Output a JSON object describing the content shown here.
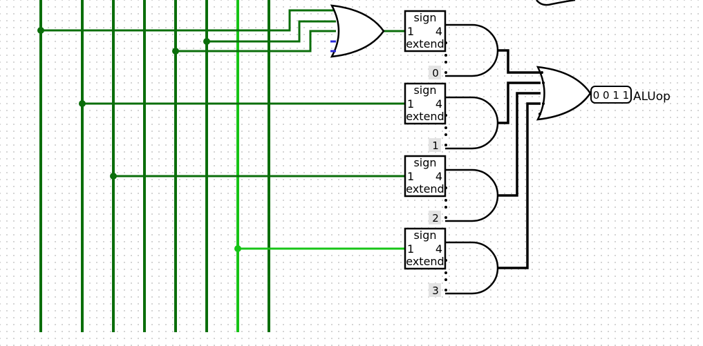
{
  "colors": {
    "wire_dark": "#0b6e0b",
    "wire_light": "#17c417",
    "gate_stroke": "#000000",
    "pin_blue": "#2a2ad8",
    "const_bg": "#e4e4e4"
  },
  "sign_extenders": [
    {
      "top_label": "sign",
      "in_bits": "1",
      "out_bits": "4",
      "bottom_label": "extend"
    },
    {
      "top_label": "sign",
      "in_bits": "1",
      "out_bits": "4",
      "bottom_label": "extend"
    },
    {
      "top_label": "sign",
      "in_bits": "1",
      "out_bits": "4",
      "bottom_label": "extend"
    },
    {
      "top_label": "sign",
      "in_bits": "1",
      "out_bits": "4",
      "bottom_label": "extend"
    }
  ],
  "constants": [
    "0",
    "1",
    "2",
    "3"
  ],
  "output": {
    "value": "0 0 1 1",
    "label": "ALUop"
  }
}
